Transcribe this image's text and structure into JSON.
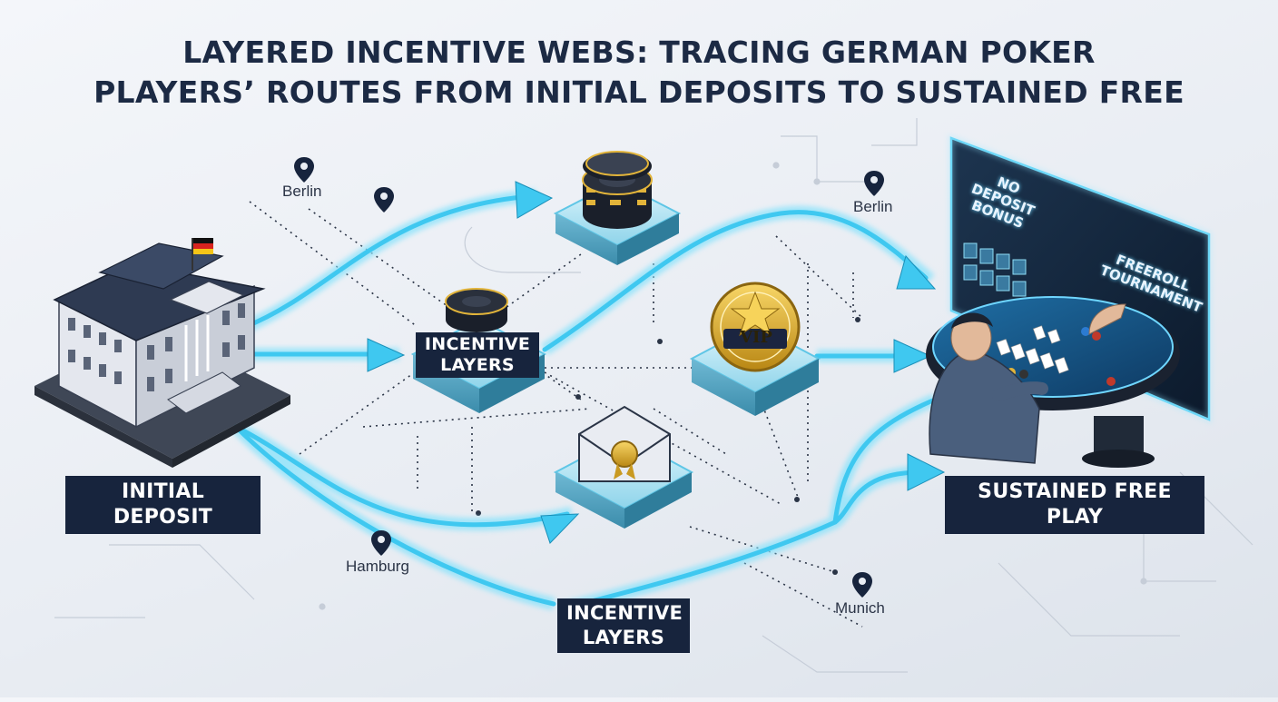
{
  "title_line1": "LAYERED INCENTIVE WEBS: TRACING GERMAN POKER",
  "title_line2": "PLAYERS’ ROUTES FROM INITIAL DEPOSITS TO SUSTAINED FREE",
  "nodes": {
    "initial_deposit": "INITIAL DEPOSIT",
    "incentive_layers_top_line1": "INCENTIVE",
    "incentive_layers_top_line2": "LAYERS",
    "incentive_layers_bottom_line1": "INCENTIVE",
    "incentive_layers_bottom_line2": "LAYERS",
    "sustained_free_play": "SUSTAINED FREE PLAY",
    "vip_badge": "VIP"
  },
  "cities": {
    "berlin_left": "Berlin",
    "berlin_right": "Berlin",
    "hamburg": "Hamburg",
    "munich": "Munich"
  },
  "screen": {
    "no_deposit_line1": "NO DEPOSIT",
    "no_deposit_line2": "BONUS",
    "freeroll_line1": "FREEROLL",
    "freeroll_line2": "TOURNAMENT"
  },
  "colors": {
    "route_glow": "#3fc8f0",
    "label_bg": "#17243d",
    "title": "#1c2a44",
    "pin": "#17243d"
  }
}
